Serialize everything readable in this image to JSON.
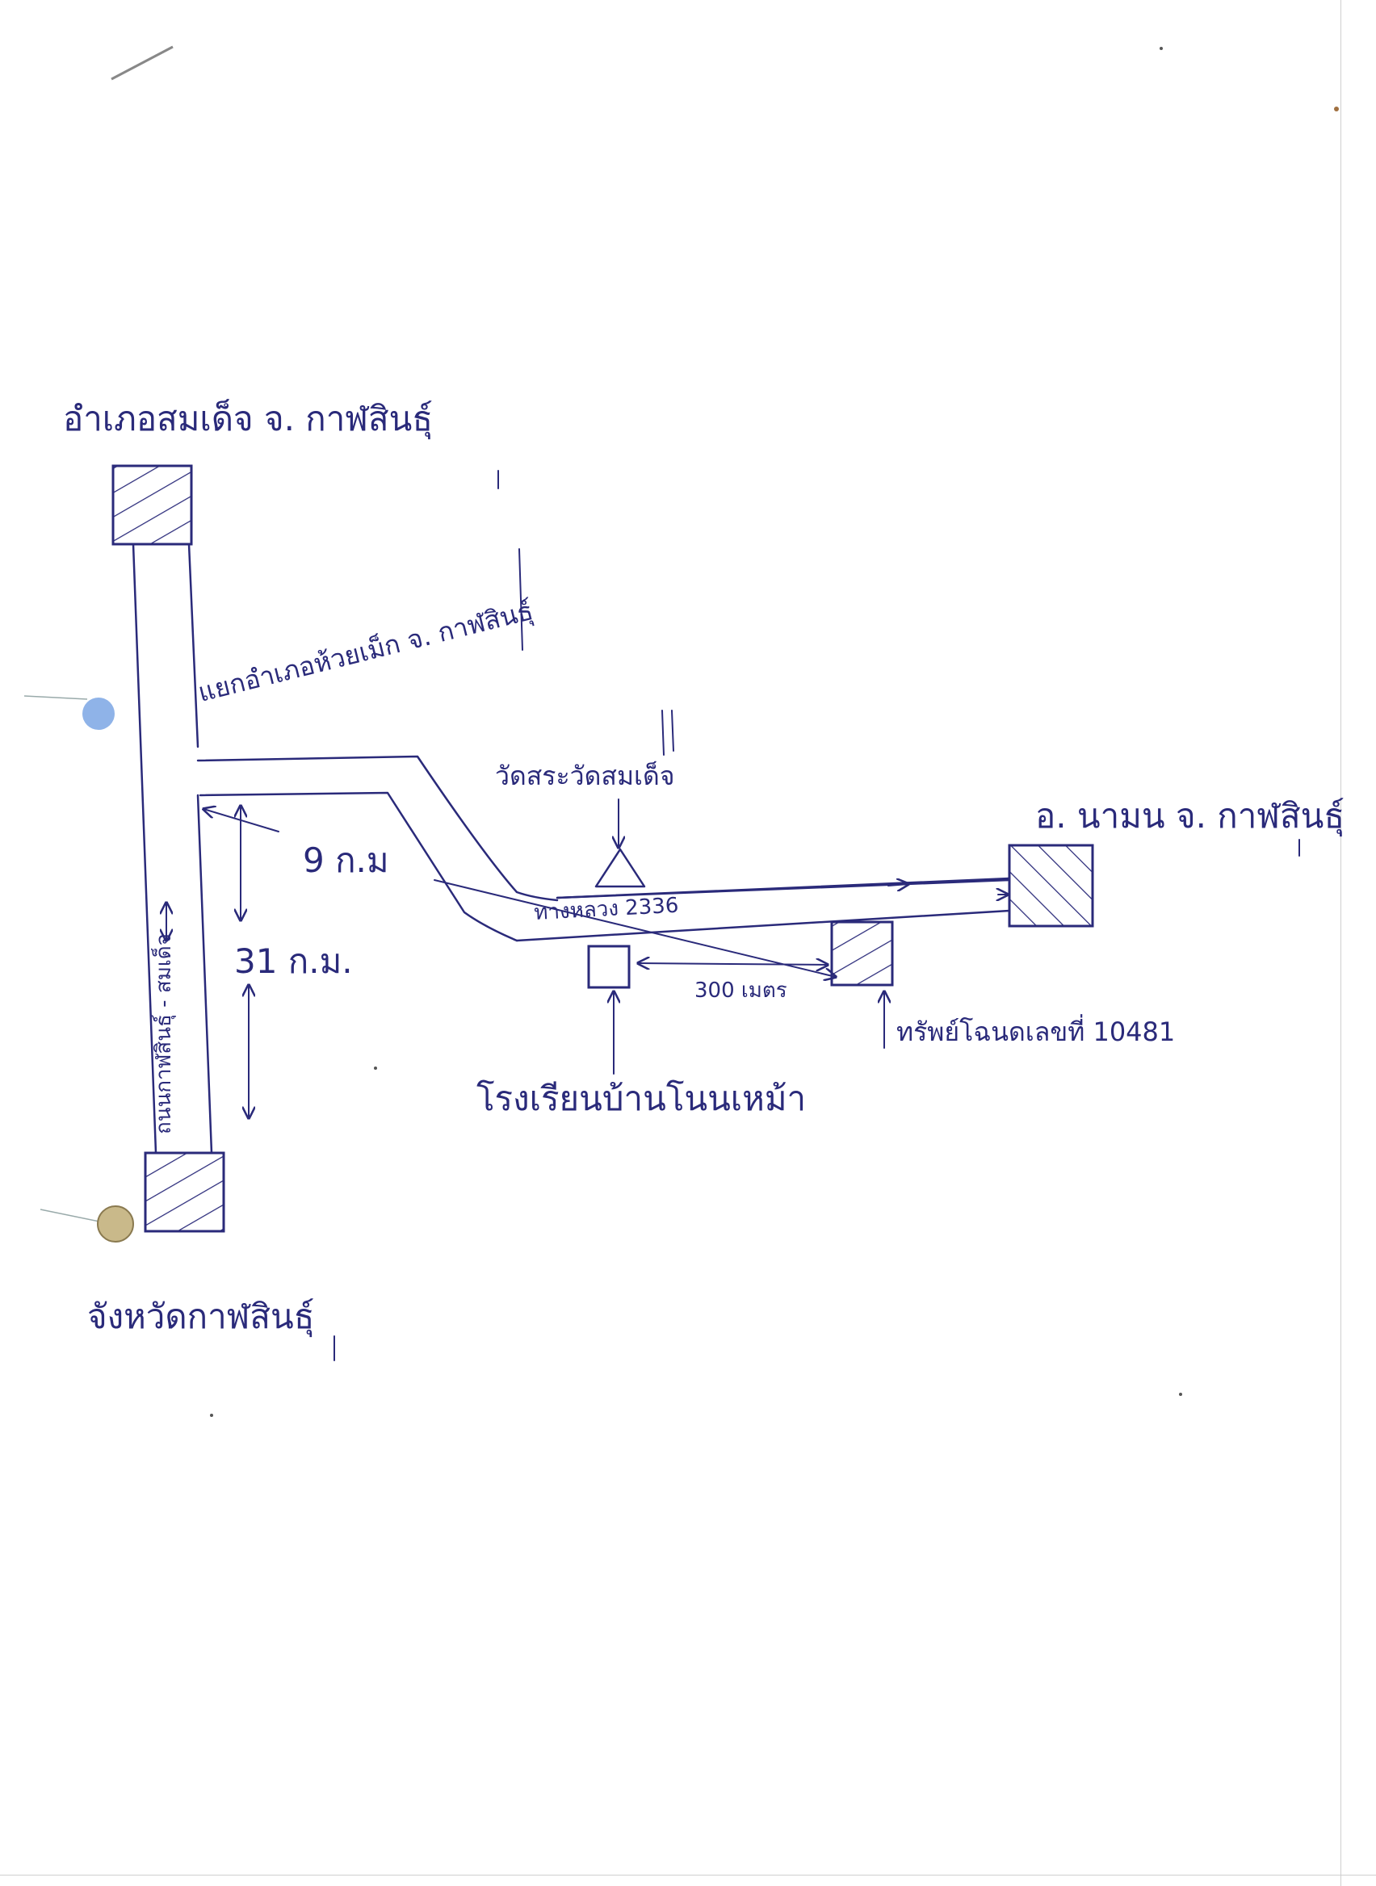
{
  "map": {
    "labels": {
      "district_office_somdet": "อำเภอสมเด็จ จ. กาฬสินธุ์",
      "junction_huai_mek": "แยกอำเภอห้วยเม็ก จ. กาฬสินธุ์",
      "sub_district_kalasin": "อ. นามน จ. กาฬสินธุ์",
      "wat_sa_somdet": "วัดสระวัดสมเด็จ",
      "highway_2336": "ทางหลวง 2336",
      "road_kalasin_somdet": "ถนนกาฬสินธุ์ - สมเด็จ",
      "distance_9km": "9 ก.ม",
      "distance_31km": "31 ก.ม.",
      "distance_300m": "300 เมตร",
      "school_label": "โรงเรียนบ้านโนนเหม้า",
      "title_deed_label": "ทรัพย์โฉนดเลขที่ 10481",
      "province_kalasin": "จังหวัดกาฬสินธุ์"
    },
    "symbols": {
      "district_office": "hatched-box",
      "province_city": "hatched-box",
      "nam_mon": "hatched-box",
      "property": "hatched-box",
      "school": "square",
      "temple": "triangle"
    },
    "colors": {
      "ink": "#2a2a7a",
      "paper": "#ffffff",
      "pin_blue": "#8fb3e8",
      "pin_gold": "#c9b98a"
    }
  }
}
